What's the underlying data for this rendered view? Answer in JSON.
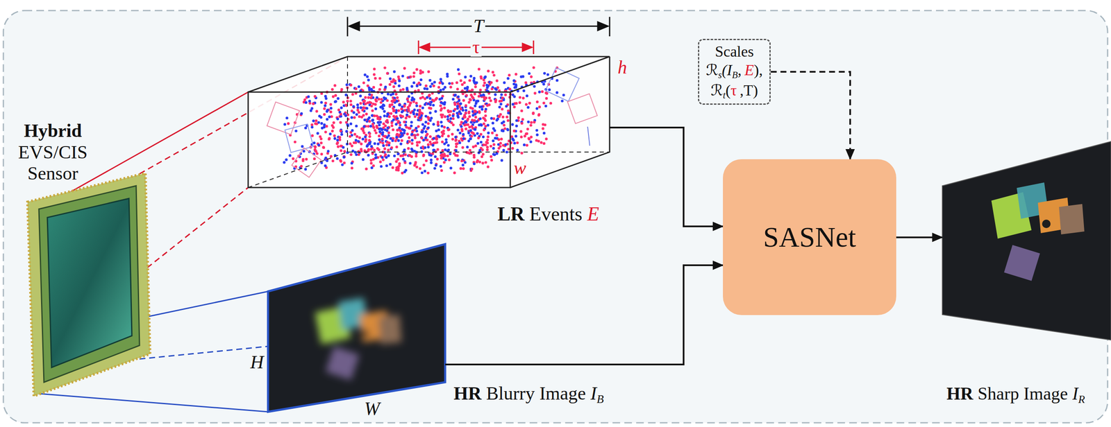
{
  "diagram": {
    "nodes": [
      {
        "text": [
          "Hybrid",
          "EVS/CIS",
          "Sensor"
        ]
      },
      {
        "text": [
          "LR",
          "Events",
          "E"
        ]
      },
      {
        "text": [
          "HR",
          "Blurry Image",
          "I",
          "B"
        ]
      },
      {
        "text": [
          "Scales",
          "ℛ",
          "s",
          "(I",
          "B",
          ",",
          "E",
          "),",
          "ℛ",
          "t",
          "(",
          "τ",
          ",T)"
        ]
      },
      {
        "text": [
          "SASNet"
        ]
      },
      {
        "text": [
          "HR",
          "Sharp Image",
          "I",
          "R"
        ]
      }
    ],
    "edges": [
      {
        "from": 1,
        "to": 4,
        "arrow": "to"
      },
      {
        "from": 2,
        "to": 4,
        "arrow": "to"
      },
      {
        "from": 3,
        "to": 4,
        "arrow": "to"
      },
      {
        "from": 4,
        "to": 5,
        "arrow": "to"
      }
    ],
    "labels": [
      "T",
      "τ",
      "h",
      "w",
      "H",
      "W"
    ]
  }
}
